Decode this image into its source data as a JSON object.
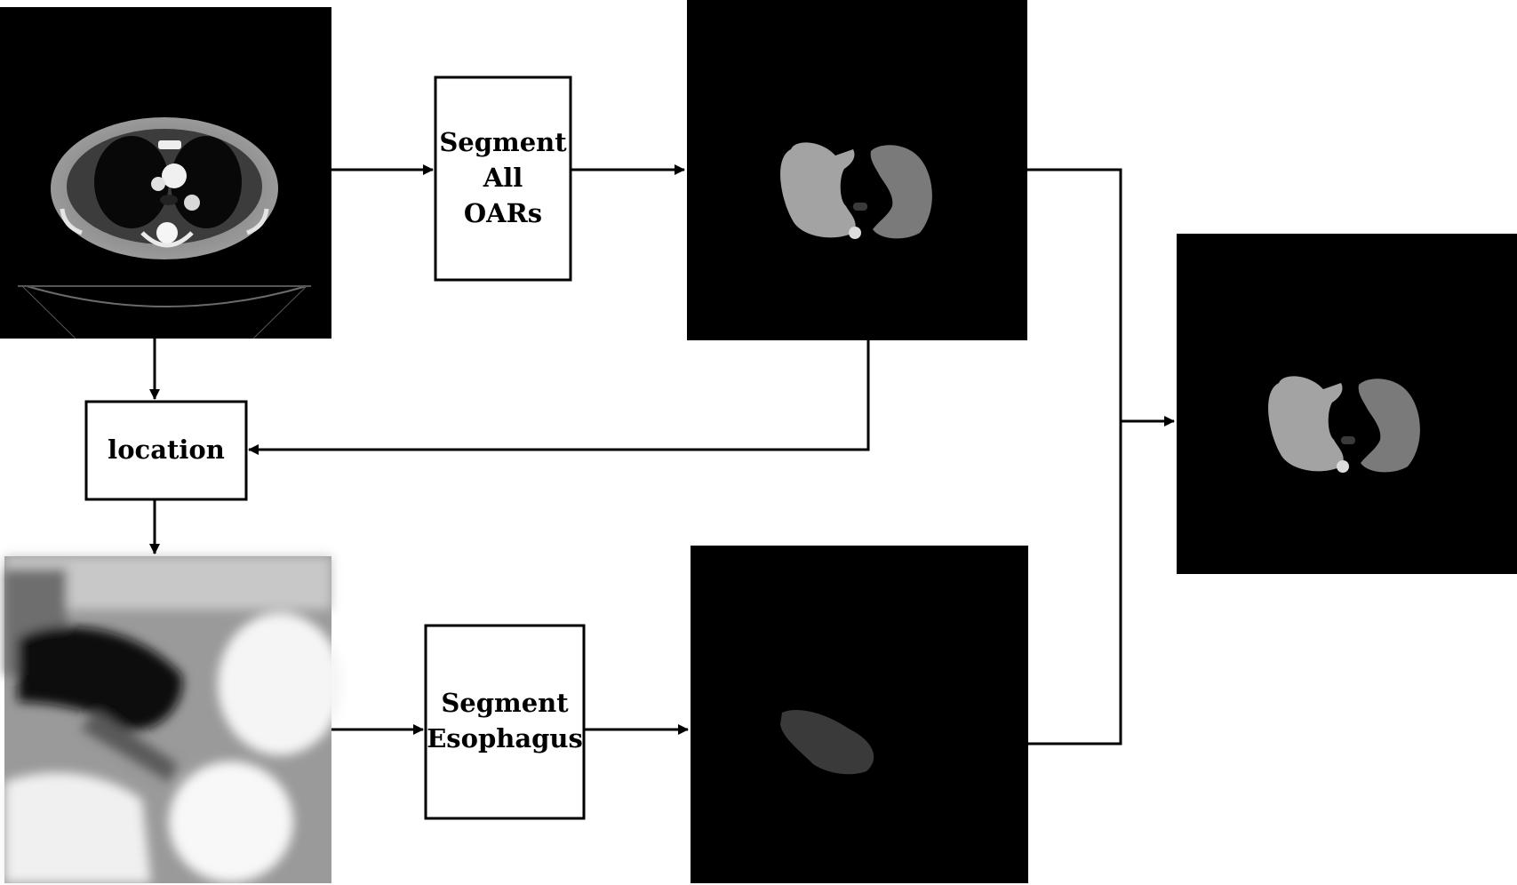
{
  "boxes": {
    "segment_all": [
      "Segment",
      "All",
      "OARs"
    ],
    "location": "location",
    "segment_esophagus": [
      "Segment",
      "Esophagus"
    ]
  },
  "colors": {
    "line": "#000000",
    "image_bg": "#000000",
    "lung_left": "#a3a3a3",
    "lung_right": "#7a7a7a",
    "esophagus": "#3a3a3a",
    "spine": "#dcdcdc"
  }
}
